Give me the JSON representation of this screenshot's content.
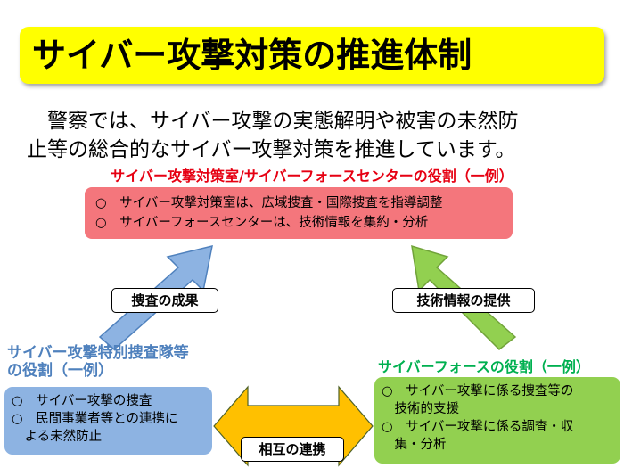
{
  "title": "サイバー攻撃対策の推進体制",
  "intro": [
    "　警察では、サイバー攻撃の実態解明や被害の未然防",
    "止等の総合的なサイバー攻撃対策を推進しています。"
  ],
  "center": {
    "heading": "サイバー攻撃対策室/サイバーフォースセンターの役割（一例）",
    "items": [
      "○　サイバー攻撃対策室は、広域捜査・国際捜査を指導調整",
      "○　サイバーフォースセンターは、技術情報を集約・分析"
    ]
  },
  "arrows": {
    "left_label": "捜査の成果",
    "right_label": "技術情報の提供",
    "mutual_label": "相互の連携"
  },
  "left": {
    "heading": [
      "サイバー攻撃特別捜査隊等",
      "の役割（一例）"
    ],
    "items": [
      "○　サイバー攻撃の捜査",
      "○　民間事業者等との連携に",
      "　よる未然防止"
    ]
  },
  "right": {
    "heading": "サイバーフォースの役割（一例）",
    "items": [
      "○　サイバー攻撃に係る捜査等の",
      "　技術的支援",
      "○　サイバー攻撃に係る調査・収",
      "　集・分析"
    ]
  },
  "colors": {
    "title_bg": "#ffff00",
    "red": "#e60012",
    "red_box": "#f4767c",
    "blue": "#4f81bd",
    "blue_box": "#8db3e2",
    "green": "#00b050",
    "green_box": "#92d050",
    "orange": "#ffc000"
  }
}
